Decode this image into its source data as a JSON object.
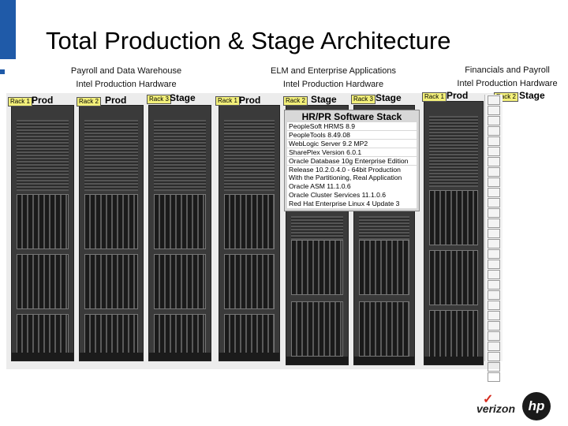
{
  "slide": {
    "title": "Total Production & Stage Architecture"
  },
  "groups": [
    {
      "line1": "Payroll and Data Warehouse",
      "line2": "Intel Production Hardware"
    },
    {
      "line1": "ELM and Enterprise Applications",
      "line2": "Intel Production Hardware"
    },
    {
      "line1": "Financials and Payroll",
      "line2": "Intel Production Hardware"
    }
  ],
  "racks": [
    {
      "tag": "Rack 1",
      "role": "Prod"
    },
    {
      "tag": "Rack 2",
      "role": "Prod"
    },
    {
      "tag": "Rack 3",
      "role": "Stage"
    },
    {
      "tag": "Rack 1",
      "role": "Prod"
    },
    {
      "tag": "Rack 2",
      "role": "Stage"
    },
    {
      "tag": "Rack 3",
      "role": "Stage"
    },
    {
      "tag": "Rack 1",
      "role": "Prod"
    },
    {
      "tag": "Rack 2",
      "role": "Stage"
    }
  ],
  "stack": {
    "title": "HR/PR Software Stack",
    "items": [
      "PeopleSoft HRMS 8.9",
      "PeopleTools 8.49.08",
      "WebLogic Server 9.2 MP2",
      "SharePlex Version 6.0.1",
      "Oracle Database 10g Enterprise Edition",
      "Release 10.2.0.4.0 - 64bit Production",
      "With the Partitioning, Real Application",
      "Oracle ASM 11.1.0.6",
      "Oracle Cluster Services 11.1.0.6",
      "Red Hat Enterprise Linux 4 Update 3"
    ]
  },
  "logos": {
    "verizon": "verizon",
    "hp": "hp"
  }
}
